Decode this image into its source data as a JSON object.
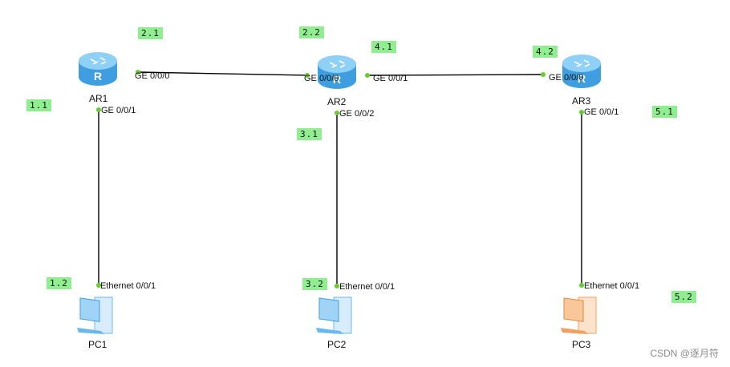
{
  "routers": [
    {
      "label": "AR1"
    },
    {
      "label": "AR2"
    },
    {
      "label": "AR3"
    }
  ],
  "pcs": [
    {
      "label": "PC1",
      "icon": "pc-icon",
      "color": "#6ab8f0"
    },
    {
      "label": "PC2",
      "icon": "pc-icon",
      "color": "#6ab8f0"
    },
    {
      "label": "PC3",
      "icon": "pc-icon",
      "color": "#f0a060"
    }
  ],
  "ports": {
    "ar1_g000": "GE 0/0/0",
    "ar1_g001": "GE 0/0/1",
    "ar2_g000": "GE 0/0/0",
    "ar2_g001": "GE 0/0/1",
    "ar2_g002": "GE 0/0/2",
    "ar3_g000": "GE 0/0/0",
    "ar3_g001": "GE 0/0/1",
    "pc1_eth": "Ethernet 0/0/1",
    "pc2_eth": "Ethernet 0/0/1",
    "pc3_eth": "Ethernet 0/0/1"
  },
  "addresses": [
    "2.1",
    "2.2",
    "4.1",
    "4.2",
    "1.1",
    "3.1",
    "5.1",
    "1.2",
    "3.2",
    "5.2"
  ],
  "colors": {
    "link": "#000000",
    "port_dot": "#66cc33",
    "tag_bg": "#90ee90",
    "router": "#5ab4ec"
  },
  "watermark": "CSDN @逐月符"
}
